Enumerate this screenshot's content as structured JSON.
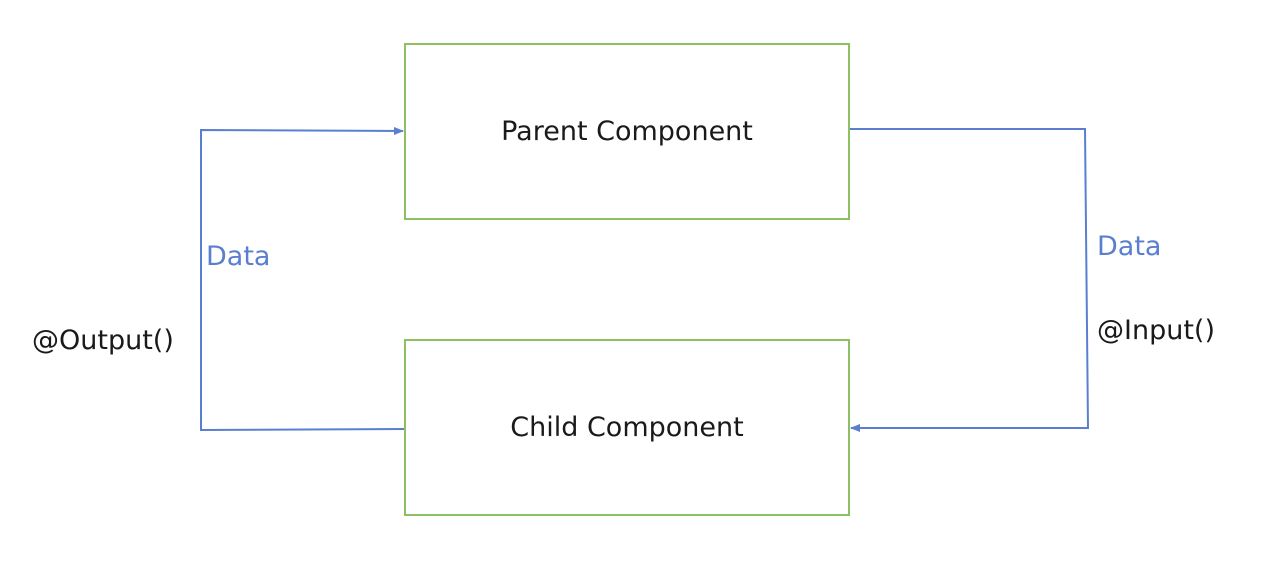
{
  "diagram": {
    "parent": {
      "label": "Parent Component"
    },
    "child": {
      "label": "Child Component"
    },
    "left_flow": {
      "data_label": "Data",
      "decorator_label": "@Output()",
      "direction": "child-to-parent"
    },
    "right_flow": {
      "data_label": "Data",
      "decorator_label": "@Input()",
      "direction": "parent-to-child"
    },
    "colors": {
      "box_border": "#8cc063",
      "arrow": "#5b7fd0",
      "data_text": "#5b7fd0",
      "label_text": "#1a1a1a"
    }
  }
}
